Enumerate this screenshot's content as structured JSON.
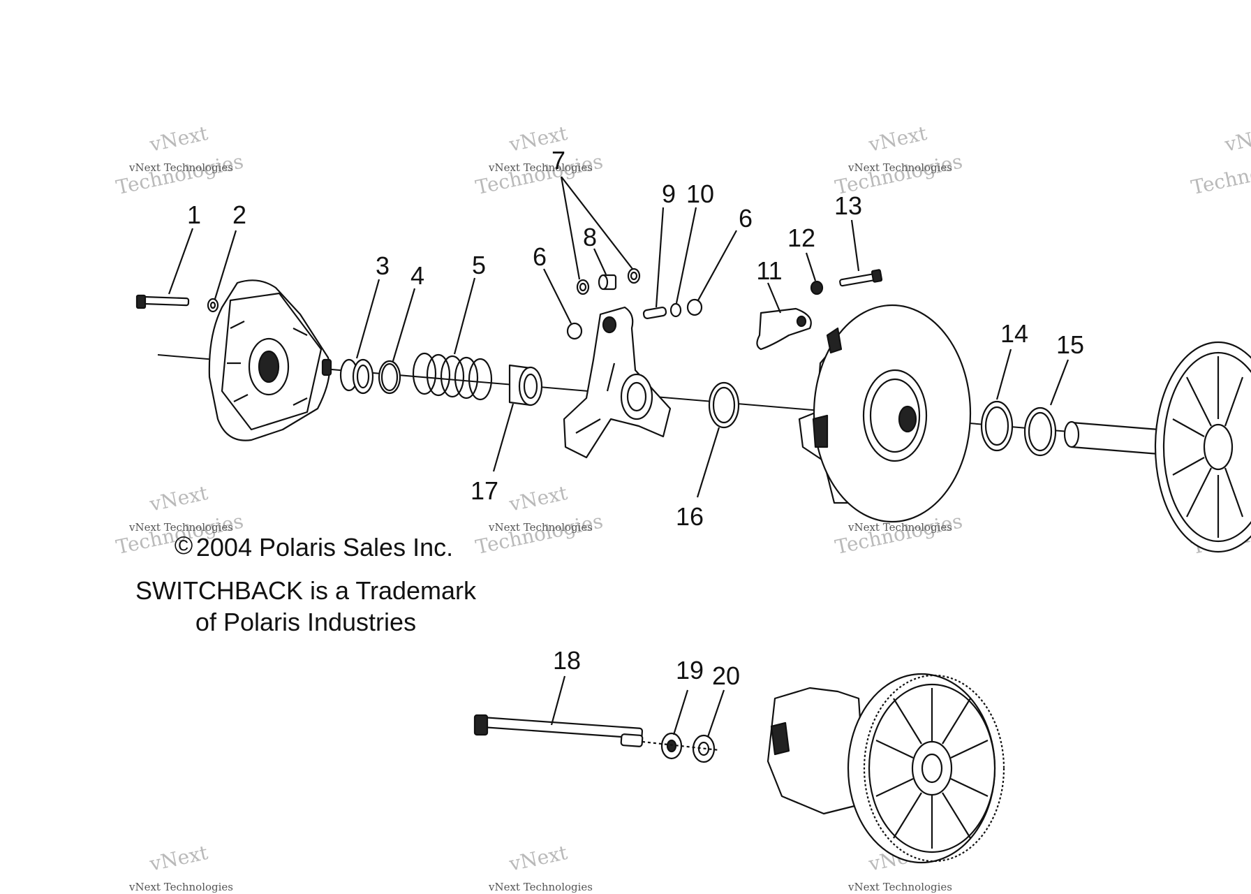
{
  "callouts": [
    "1",
    "2",
    "3",
    "4",
    "5",
    "6",
    "7",
    "8",
    "9",
    "10",
    "6",
    "11",
    "12",
    "13",
    "14",
    "15",
    "16",
    "17",
    "18",
    "19",
    "20"
  ],
  "copyright": {
    "symbol": "©",
    "line1": "2004 Polaris Sales Inc.",
    "line2": "SWITCHBACK is a Trademark",
    "line3": "of Polaris Industries"
  },
  "watermark": {
    "small": "vNext Technologies",
    "big_top": "vNext",
    "big_bottom": "Technologies"
  }
}
